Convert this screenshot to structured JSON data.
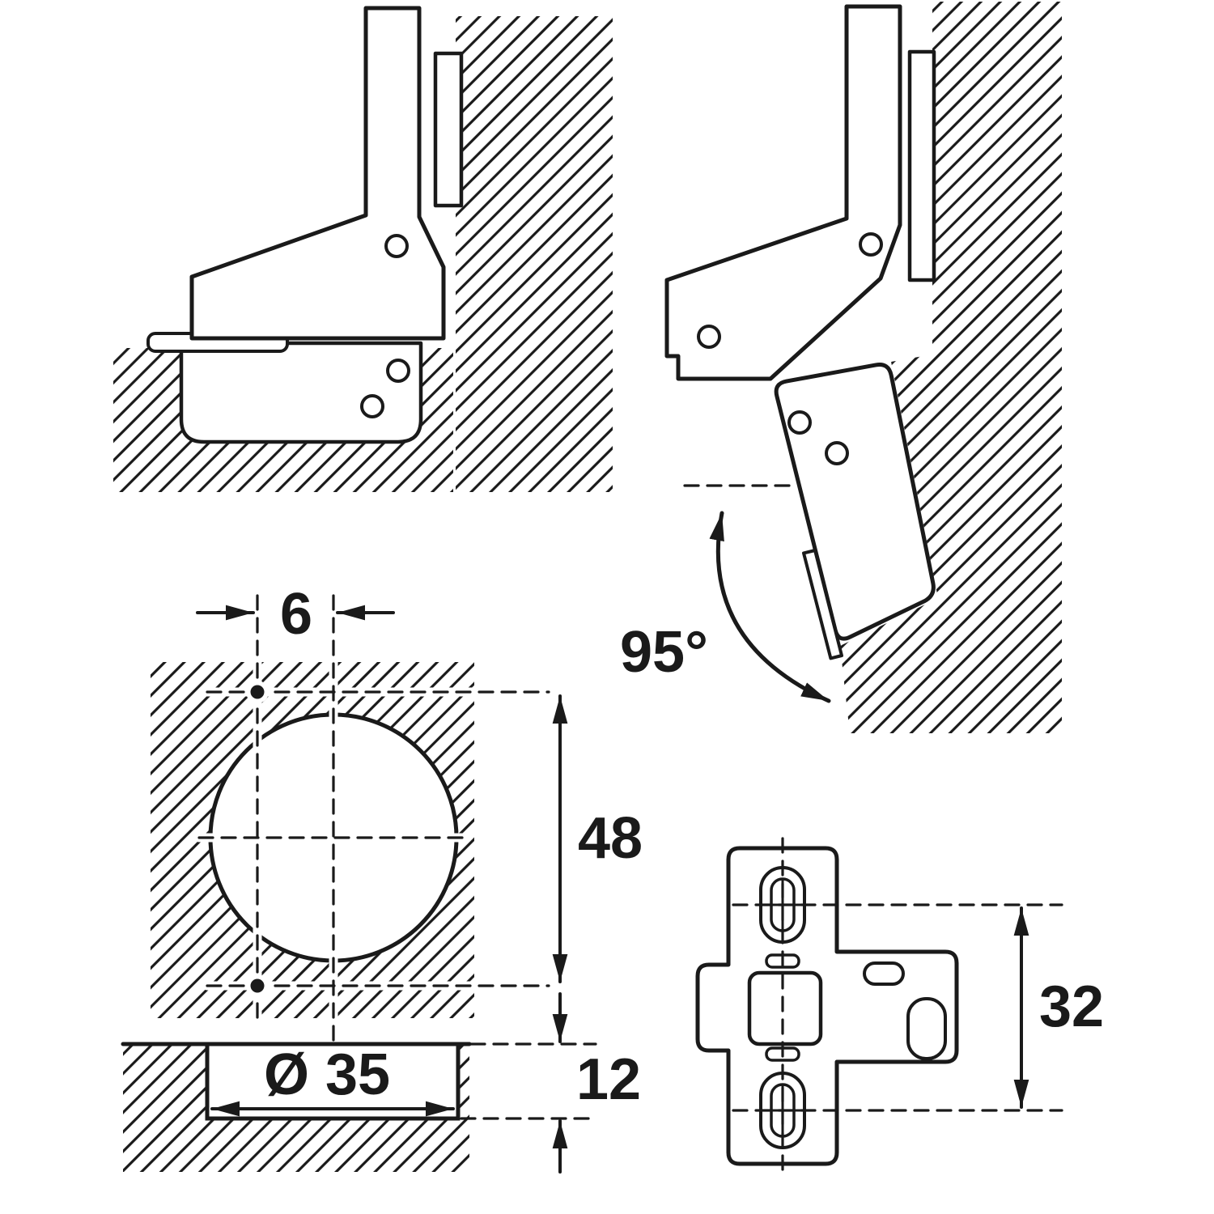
{
  "colors": {
    "ink": "#1a1a1a",
    "paper": "#ffffff"
  },
  "labels": {
    "door_edge_offset_mm": "6",
    "opening_angle_deg": "95°",
    "cup_hole_spacing_mm": "48",
    "cup_depth_mm": "12",
    "cup_diameter_mm": "Ø 35",
    "plate_hole_spacing_mm": "32"
  }
}
